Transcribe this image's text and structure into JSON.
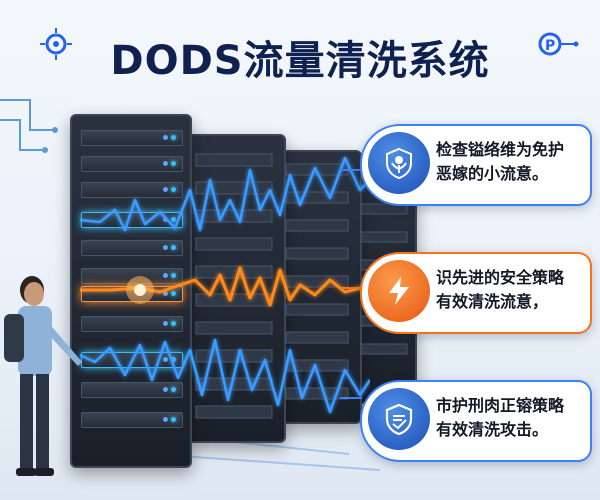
{
  "title": "DODS流量清洗系统",
  "cards": [
    {
      "line1": "检查镒络维为免护",
      "line2": "恶嫁的小流意。",
      "icon": "plant-shield-icon",
      "accent": "#3b82f6"
    },
    {
      "line1": "识先进的安全策略",
      "line2": "有效清洗流意，",
      "icon": "lightning-bolt-icon",
      "accent": "#f97316"
    },
    {
      "line1": "市护刑肉正镕策略",
      "line2": "有效清洗攻击。",
      "icon": "shield-check-icon",
      "accent": "#3b82f6"
    }
  ],
  "colors": {
    "title": "#0e2150",
    "wave_blue": "#3b9bff",
    "wave_orange": "#ff8a1f",
    "rack": "#1f2630"
  }
}
